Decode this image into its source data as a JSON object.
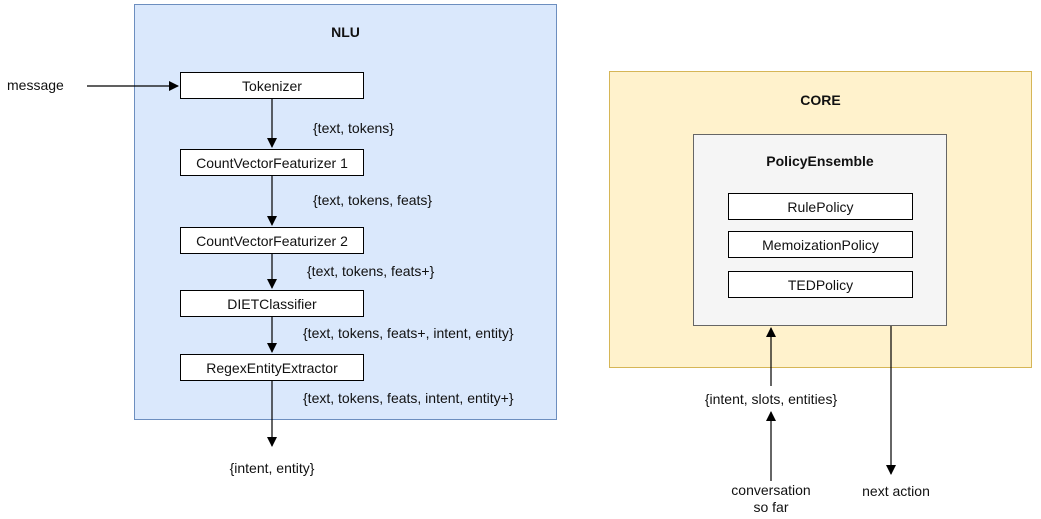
{
  "nlu": {
    "title": "NLU",
    "input_label": "message",
    "components": [
      "Tokenizer",
      "CountVectorFeaturizer 1",
      "CountVectorFeaturizer 2",
      "DIETClassifier",
      "RegexEntityExtractor"
    ],
    "edge_labels": [
      "{text, tokens}",
      "{text, tokens, feats}",
      "{text, tokens, feats+}",
      "{text, tokens, feats+, intent, entity}",
      "{text, tokens, feats, intent, entity+}"
    ],
    "output_label": "{intent, entity}"
  },
  "core": {
    "title": "CORE",
    "ensemble": {
      "title": "PolicyEnsemble",
      "policies": [
        "RulePolicy",
        "MemoizationPolicy",
        "TEDPolicy"
      ]
    },
    "input_label": "{intent, slots, entities}",
    "source_label_line1": "conversation",
    "source_label_line2": "so far",
    "output_label": "next action"
  }
}
